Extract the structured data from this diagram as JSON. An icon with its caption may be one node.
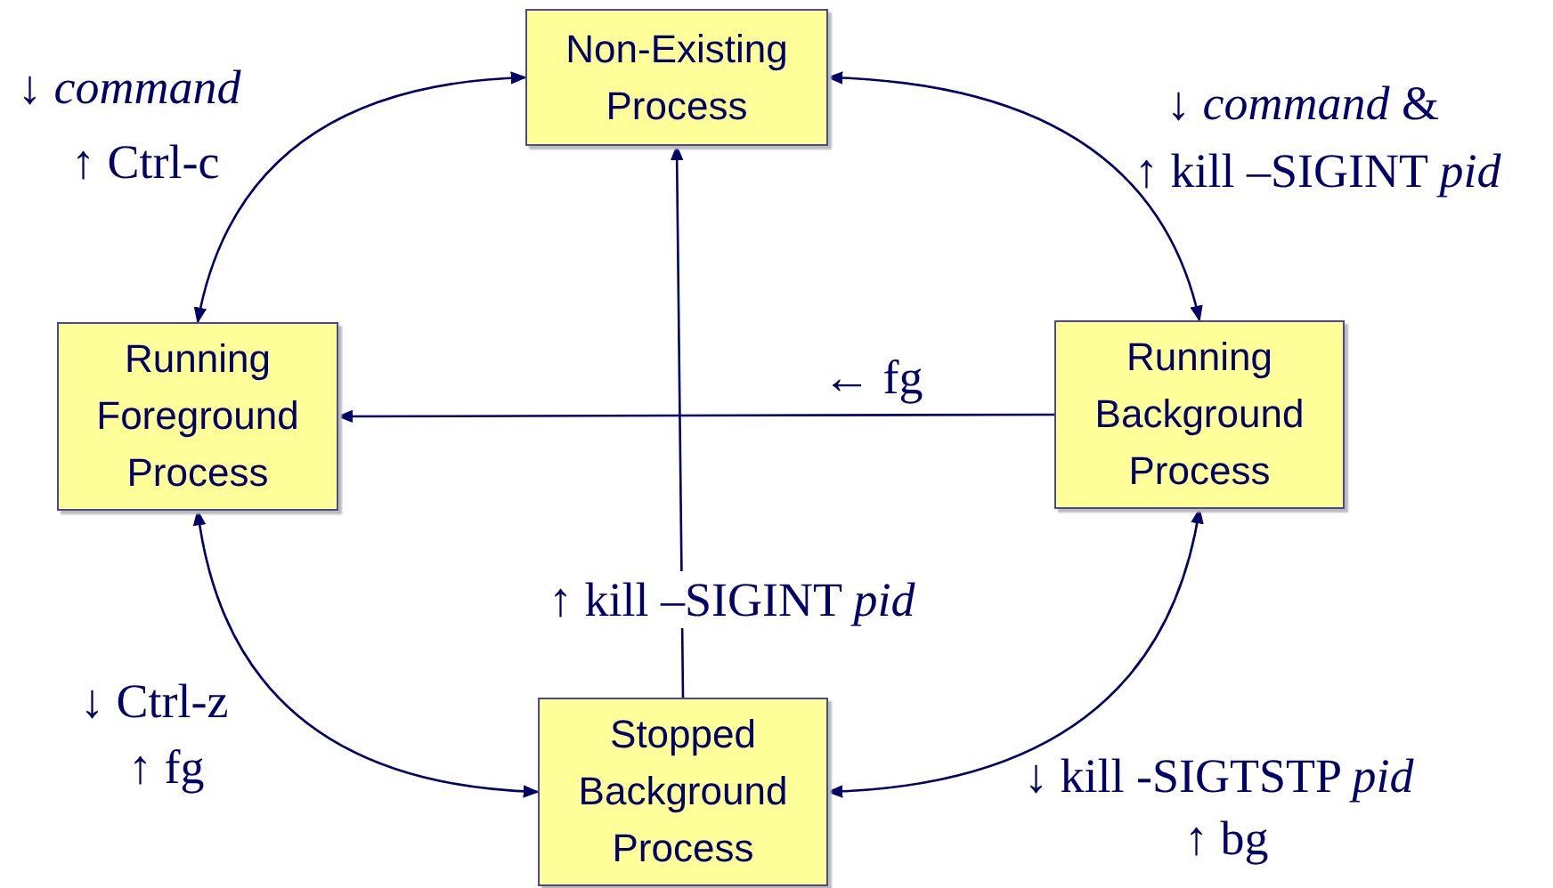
{
  "diagram": {
    "nodes": [
      {
        "text": [
          "Non-Existing Process"
        ]
      },
      {
        "text": [
          "Running Foreground Process"
        ]
      },
      {
        "text": [
          "Running Background Process"
        ]
      },
      {
        "text": [
          "Stopped Background Process"
        ]
      }
    ],
    "edges": [
      {
        "from": 0,
        "to": 1,
        "arrow": "both"
      },
      {
        "from": 0,
        "to": 2,
        "arrow": "both"
      },
      {
        "from": 1,
        "to": 3,
        "arrow": "both"
      },
      {
        "from": 2,
        "to": 3,
        "arrow": "both"
      },
      {
        "from": 3,
        "to": 0,
        "arrow": "to",
        "label": "↑ kill –SIGINT *pid*"
      },
      {
        "from": 2,
        "to": 1,
        "arrow": "to",
        "label": "← fg"
      }
    ],
    "labels": [
      "↓ *command*",
      "↑ Ctrl-c",
      "↓ *command* &",
      "↑ kill –SIGINT *pid*",
      "↓ Ctrl-z",
      "↑ fg",
      "↓ kill -SIGTSTP *pid*",
      "↑ bg"
    ]
  }
}
